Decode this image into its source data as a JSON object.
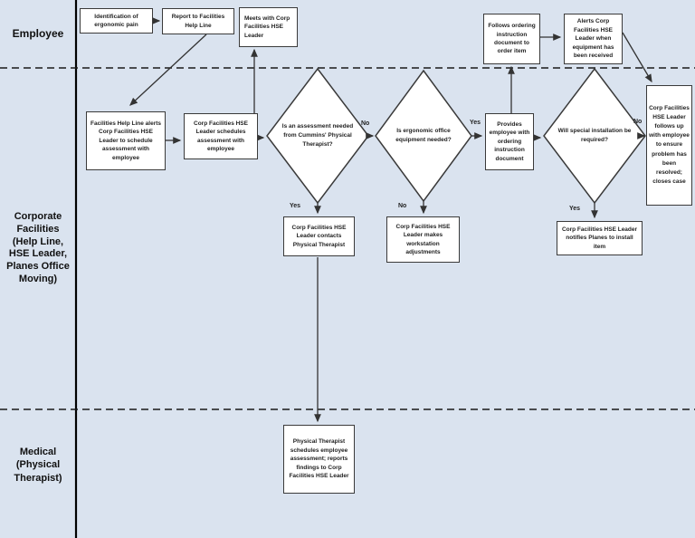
{
  "lanes": {
    "employee": "Employee",
    "corporate": "Corporate\nFacilities\n(Help Line,\nHSE Leader,\nPlanes Office\nMoving)",
    "medical": "Medical\n(Physical\nTherapist)"
  },
  "nodes": {
    "identify_pain": "Identification of ergonomic pain",
    "report_helpline": "Report to Facilities Help Line",
    "meets_hse": "Meets with Corp Facilities HSE Leader",
    "follows_ordering": "Follows ordering instruction document to order item",
    "alerts_received": "Alerts Corp Facilities HSE Leader when equipment has been received",
    "helpline_alerts": "Facilities Help Line alerts Corp Facilities HSE Leader to schedule assessment with employee",
    "schedules_assessment": "Corp Facilities HSE Leader schedules assessment with employee",
    "provides_document": "Provides employee with ordering instruction document",
    "follow_up_closes": "Corp Facilities HSE Leader follows up with employee to ensure problem has been resolved; closes case",
    "contacts_therapist": "Corp Facilities HSE Leader contacts Physical Therapist",
    "workstation_adjustments": "Corp Facilities HSE Leader makes workstation adjustments",
    "notifies_planes": "Corp Facilities HSE Leader notifies Planes to install item",
    "therapist_schedules": "Physical Therapist schedules employee assessment; reports findings to Corp Facilities HSE Leader"
  },
  "decisions": {
    "assessment_needed": "Is an assessment needed from Cummins' Physical Therapist?",
    "equipment_needed": "Is ergonomic office equipment needed?",
    "installation_required": "Will special installation be required?"
  },
  "edge_labels": {
    "yes": "Yes",
    "no": "No"
  },
  "colors": {
    "background": "#dae3ef",
    "node_fill": "#ffffff",
    "node_border": "#3a3a3a",
    "line": "#333333",
    "text": "#1f1f1f"
  }
}
